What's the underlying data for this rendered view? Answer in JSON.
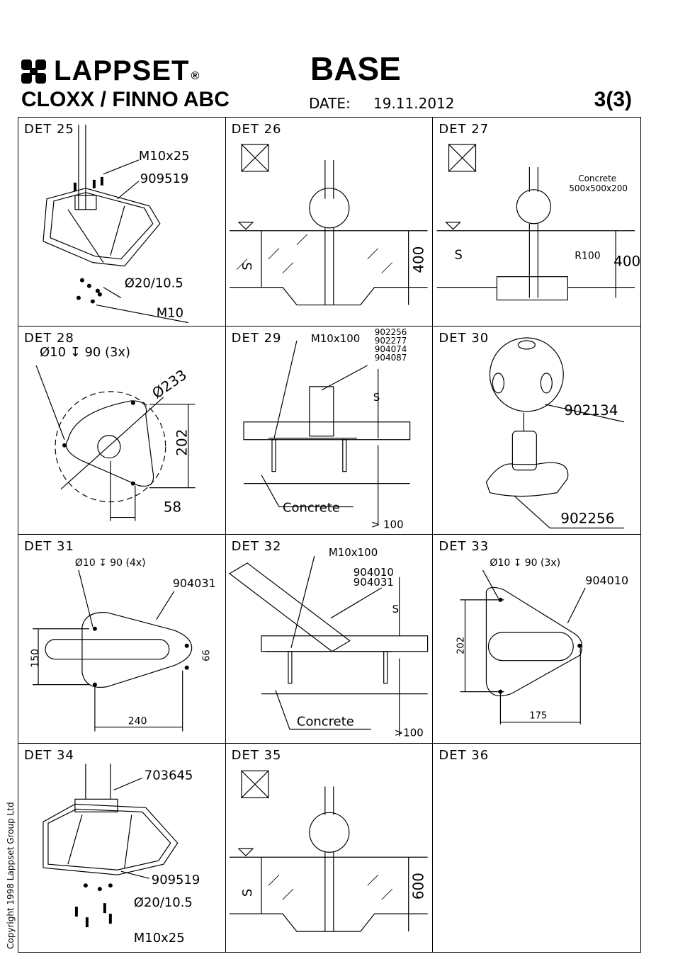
{
  "header": {
    "brand": "LAPPSET",
    "registered": "®",
    "title": "BASE",
    "product": "CLOXX / FINNO ABC",
    "date_label": "DATE:",
    "date_value": "19.11.2012",
    "page": "3(3)"
  },
  "copyright": "Copyright 1998 Lappset Group Ltd",
  "details": [
    {
      "label": "DET 25",
      "callouts": [
        "M10x25",
        "909519",
        "Ø20/10.5",
        "M10"
      ]
    },
    {
      "label": "DET 26",
      "callouts": [
        "S",
        "400"
      ]
    },
    {
      "label": "DET 27",
      "callouts": [
        "Concrete",
        "500x500x200",
        "S",
        "R100",
        "400"
      ]
    },
    {
      "label": "DET 28",
      "callouts": [
        "Ø10 ↧ 90 (3x)",
        "Ø233",
        "202",
        "58"
      ]
    },
    {
      "label": "DET 29",
      "callouts": [
        "M10x100",
        "902256",
        "902277",
        "904074",
        "904087",
        "S",
        "Concrete",
        "> 100"
      ]
    },
    {
      "label": "DET 30",
      "callouts": [
        "902134",
        "902256"
      ]
    },
    {
      "label": "DET 31",
      "callouts": [
        "Ø10 ↧ 90 (4x)",
        "904031",
        "150",
        "66",
        "240"
      ]
    },
    {
      "label": "DET 32",
      "callouts": [
        "M10x100",
        "904010",
        "904031",
        "S",
        "Concrete",
        ">100"
      ]
    },
    {
      "label": "DET 33",
      "callouts": [
        "Ø10 ↧ 90 (3x)",
        "904010",
        "202",
        "175"
      ]
    },
    {
      "label": "DET 34",
      "callouts": [
        "703645",
        "909519",
        "Ø20/10.5",
        "M10x25"
      ]
    },
    {
      "label": "DET 35",
      "callouts": [
        "S",
        "600"
      ]
    },
    {
      "label": "DET 36",
      "callouts": []
    }
  ]
}
